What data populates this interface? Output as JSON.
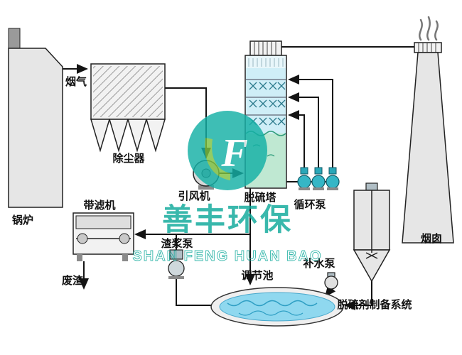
{
  "watermark": {
    "logo_letter": "F",
    "brand_cn": "善丰环保",
    "brand_en": "SHAN FENG HUAN BAO",
    "accent_teal": "#14b0a6",
    "accent_green": "#7dc242",
    "text_color": "#0ea99a"
  },
  "labels": {
    "boiler": "锅炉",
    "flue_gas": "烟气",
    "dust_collector": "除尘器",
    "induced_draft_fan": "引风机",
    "desulfurization_tower": "脱硫塔",
    "circulation_pump": "循环泵",
    "chimney": "烟囱",
    "belt_filter": "带滤机",
    "slurry_pump": "渣浆泵",
    "waste_residue": "废渣",
    "regulating_tank": "调节池",
    "makeup_water_pump": "补水泵",
    "desulfurizer_prep_system": "脱硫剂制备系统"
  },
  "colors": {
    "pipe": "#141414",
    "tower_spray_zone": "#cfeef7",
    "tower_liquid": "#bfe8d2",
    "pond_water": "#8fd8ef",
    "pump_teal": "#35b6c6"
  }
}
